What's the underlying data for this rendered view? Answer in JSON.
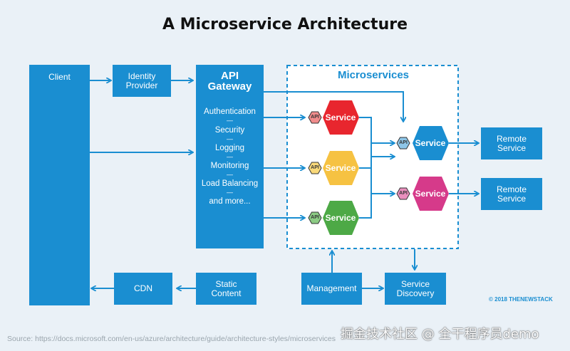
{
  "title": "A Microservice Architecture",
  "client": {
    "label": "Client"
  },
  "identity": {
    "line1": "Identity",
    "line2": "Provider"
  },
  "gateway": {
    "line1": "API",
    "line2": "Gateway",
    "features": [
      "Authentication",
      "Security",
      "Logging",
      "Monitoring",
      "Load Balancing",
      "and more..."
    ],
    "separator": "—"
  },
  "microservices": {
    "title": "Microservices"
  },
  "services": [
    {
      "label": "Service",
      "api": "API",
      "color": "#e8262e"
    },
    {
      "label": "Service",
      "api": "API",
      "color": "#f6c242"
    },
    {
      "label": "Service",
      "api": "API",
      "color": "#4da946"
    },
    {
      "label": "Service",
      "api": "API",
      "color": "#1a8ed1"
    },
    {
      "label": "Service",
      "api": "API",
      "color": "#d63a8a"
    }
  ],
  "remote": [
    {
      "line1": "Remote",
      "line2": "Service"
    },
    {
      "line1": "Remote",
      "line2": "Service"
    }
  ],
  "cdn": {
    "label": "CDN"
  },
  "static": {
    "line1": "Static",
    "line2": "Content"
  },
  "management": {
    "label": "Management"
  },
  "discovery": {
    "line1": "Service",
    "line2": "Discovery"
  },
  "colors": {
    "primary": "#1a8ed1",
    "background": "#eaf1f7"
  },
  "footer": {
    "source": "Source: https://docs.microsoft.com/en-us/azure/architecture/guide/architecture-styles/microservices",
    "copyright": "© 2018 THENEWSTACK",
    "watermark": "掘金技术社区 @ 全干程序员demo"
  }
}
